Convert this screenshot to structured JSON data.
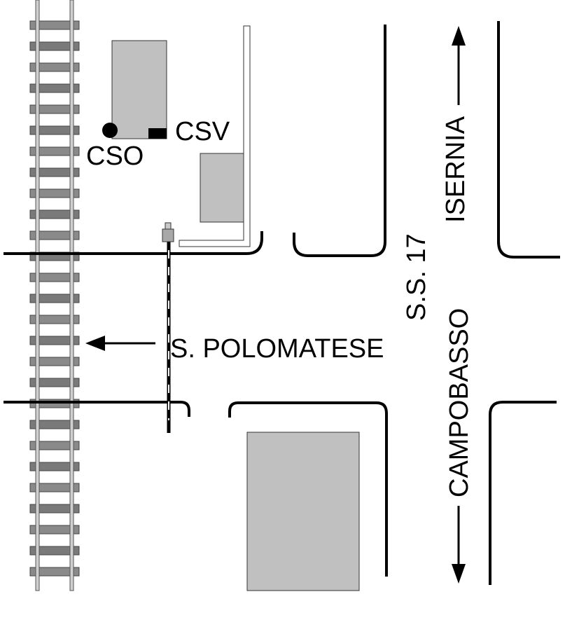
{
  "labels": {
    "csv": "CSV",
    "cso": "CSO",
    "station": "S. POLOMATESE",
    "road": "S.S. 17",
    "north_destination": "ISERNIA",
    "south_destination": "CAMPOBASSO"
  },
  "colors": {
    "building": "#c0c0c0",
    "road": "#000000",
    "sleeper": "#8a8a8a",
    "rail": "#cfcfcf"
  }
}
